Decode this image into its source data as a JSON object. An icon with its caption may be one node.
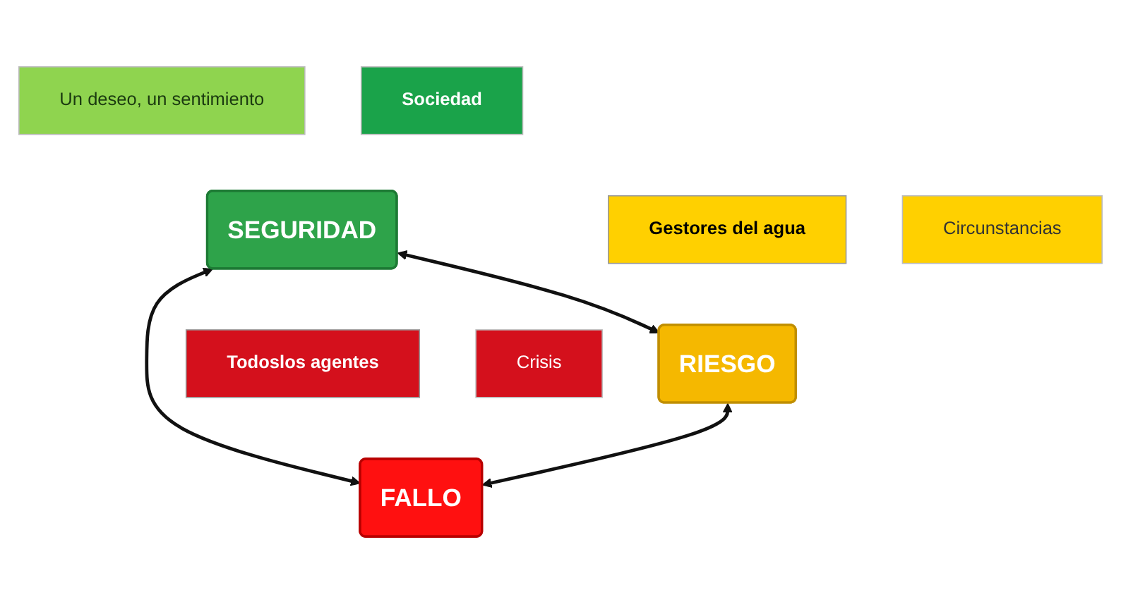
{
  "diagram": {
    "nodes": [
      {
        "text": [
          "Sociedad"
        ]
      },
      {
        "text": [
          "SEGURIDAD"
        ]
      },
      {
        "text": [
          "Un deseo, un sentimiento"
        ]
      },
      {
        "text": [
          "Gestores del agua"
        ]
      },
      {
        "text": [
          "RIESGO"
        ]
      },
      {
        "text": [
          "Circunstancias"
        ]
      },
      {
        "text": [
          "Todoslos agentes"
        ]
      },
      {
        "text": [
          "FALLO"
        ]
      },
      {
        "text": [
          "Crisis"
        ]
      }
    ],
    "edges": [
      {
        "from": 1,
        "to": 4,
        "arrow": "both"
      },
      {
        "from": 4,
        "to": 7,
        "arrow": "both"
      },
      {
        "from": 7,
        "to": 1,
        "arrow": "both"
      }
    ]
  }
}
